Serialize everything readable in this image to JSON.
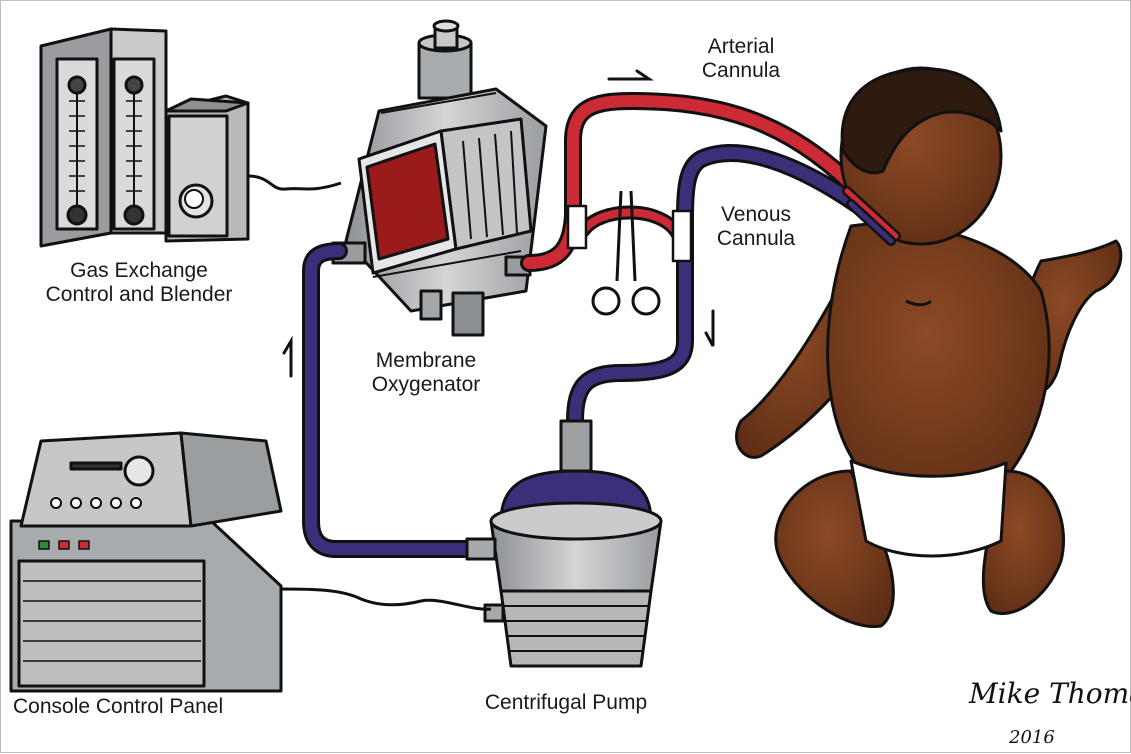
{
  "labels": {
    "gas_exchange": [
      "Gas Exchange",
      "Control and Blender"
    ],
    "membrane_oxygenator": [
      "Membrane",
      "Oxygenator"
    ],
    "arterial_cannula": [
      "Arterial",
      "Cannula"
    ],
    "venous_cannula": [
      "Venous",
      "Cannula"
    ],
    "console_control_panel": "Console Control Panel",
    "centrifugal_pump": "Centrifugal Pump"
  },
  "signature": {
    "name": "Mike Thomas",
    "year": "2016"
  },
  "colors": {
    "arterial_tube": "#cc2a35",
    "venous_tube": "#3a2f78",
    "device_gray": "#b9bcbf",
    "skin": "#7a3e1f",
    "hair": "#2e1a0e",
    "oxygenator_window": "#9b1b1b"
  }
}
